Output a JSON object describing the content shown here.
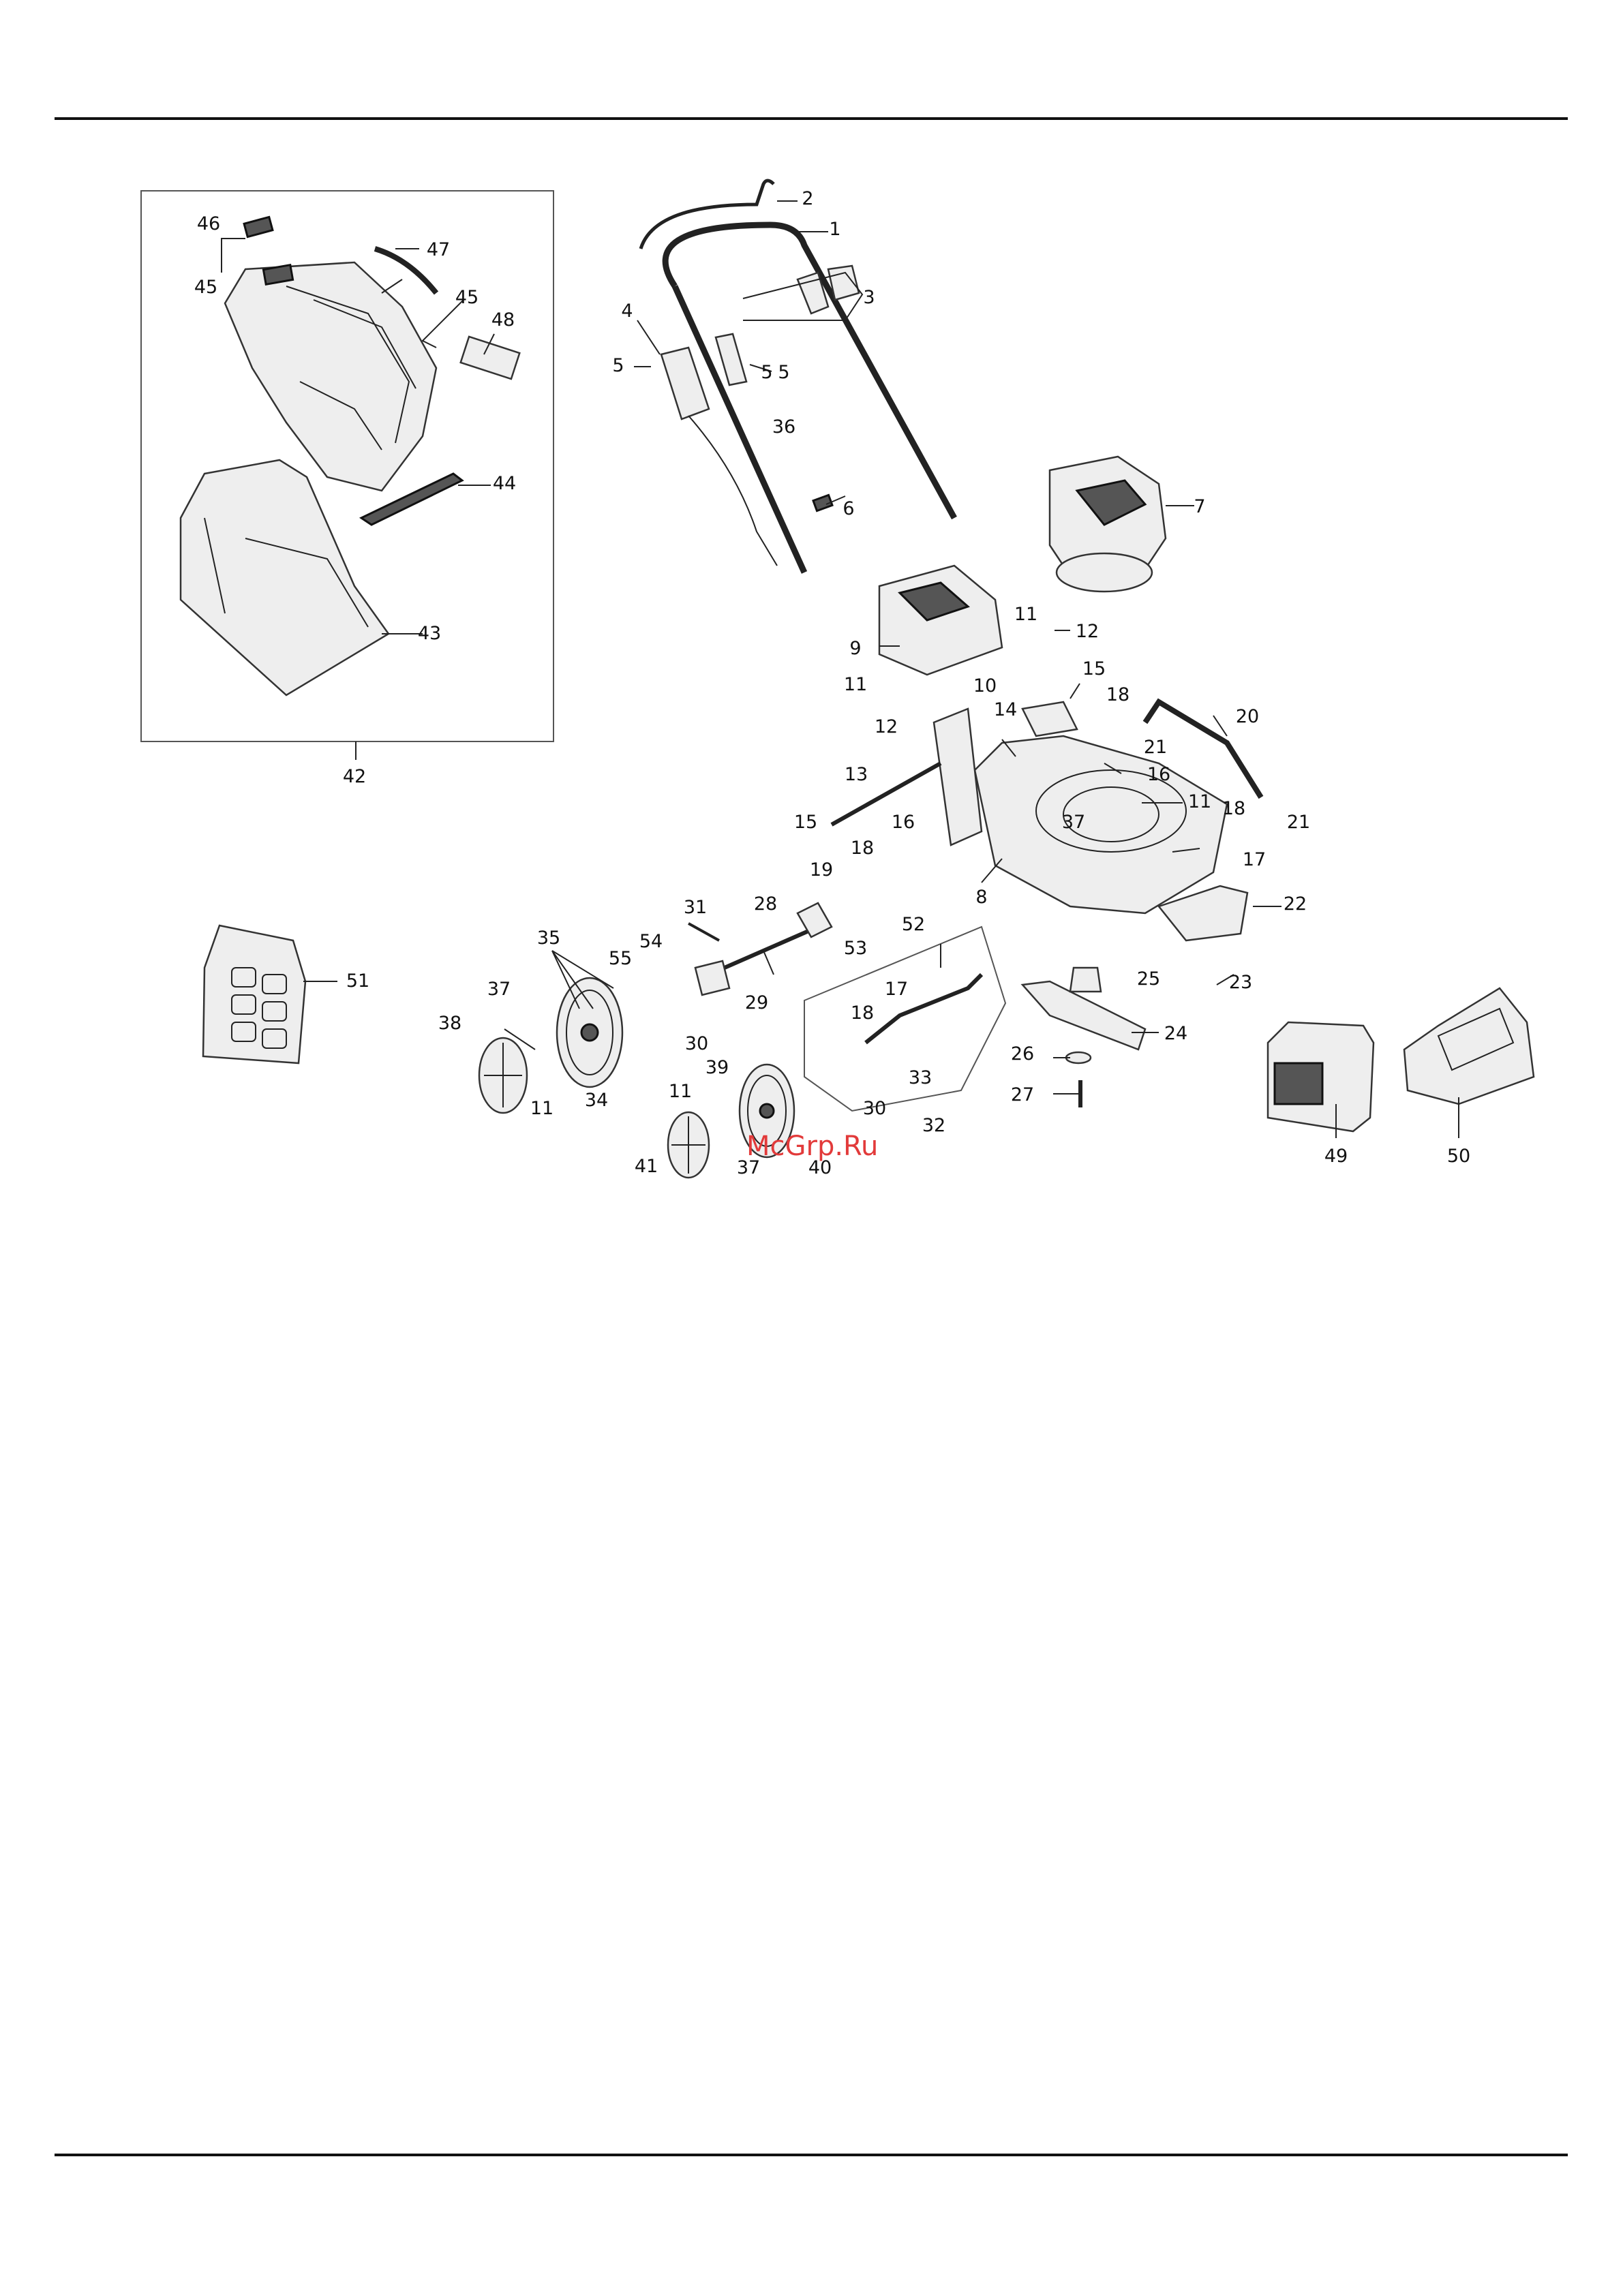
{
  "parts": [
    "1",
    "2",
    "3",
    "4",
    "5",
    "6",
    "7",
    "8",
    "9",
    "10",
    "11",
    "12",
    "13",
    "14",
    "15",
    "16",
    "17",
    "18",
    "19",
    "20",
    "21",
    "22",
    "23",
    "24",
    "25",
    "26",
    "27",
    "28",
    "29",
    "30",
    "31",
    "32",
    "33",
    "34",
    "35",
    "36",
    "37",
    "38",
    "39",
    "40",
    "41",
    "42",
    "43",
    "44",
    "45",
    "46",
    "47",
    "48",
    "49",
    "50",
    "51",
    "52",
    "53",
    "54",
    "55"
  ],
  "labels": [
    "2",
    "1",
    "3",
    "4",
    "5",
    "5",
    "5",
    "36",
    "6",
    "7",
    "9",
    "11",
    "12",
    "10",
    "11",
    "12",
    "15",
    "14",
    "18",
    "21",
    "20",
    "16",
    "13",
    "11",
    "37",
    "18",
    "21",
    "15",
    "16",
    "18",
    "17",
    "19",
    "52",
    "53",
    "8",
    "22",
    "23",
    "31",
    "28",
    "35",
    "54",
    "55",
    "29",
    "30",
    "17",
    "18",
    "33",
    "30",
    "32",
    "25",
    "24",
    "26",
    "27",
    "37",
    "38",
    "11",
    "34",
    "11",
    "39",
    "41",
    "37",
    "40",
    "46",
    "45",
    "47",
    "45",
    "48",
    "44",
    "43",
    "42",
    "51",
    "49",
    "50"
  ],
  "watermark": "McGrp.Ru"
}
